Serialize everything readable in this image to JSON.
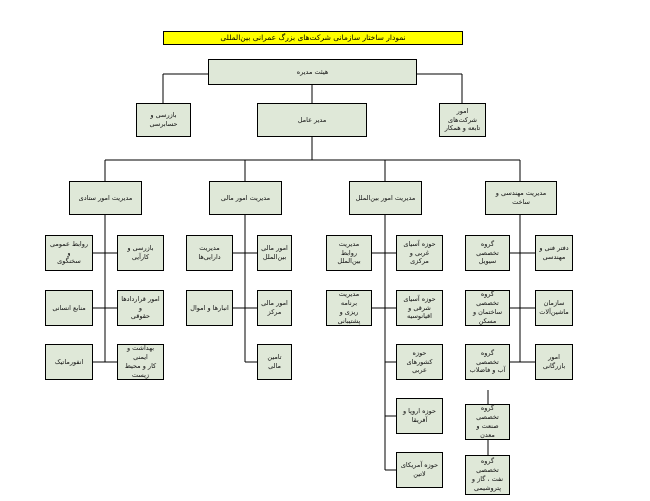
{
  "title": "نمودار ساختار سازمانی شرکت‌های بزرگ عمرانی بین‌المللی",
  "nodes": {
    "board": "هیئت مدیره",
    "audit": "بازرسی و\nحسابرسی",
    "ceo": "مدیر عامل",
    "subsidiaries": "امور شرکت‌های\nتابعه و همکار",
    "admin": "مدیریت امور ستادی",
    "finance": "مدیریت امور مالی",
    "intl": "مدیریت امور بین‌الملل",
    "eng": "مدیریت مهندسی و ساخت",
    "admin_pr": "روابط عمومی و\nسخنگوی",
    "admin_audit": "بازرسی و کارآیی",
    "admin_hr": "منابع انسانی",
    "admin_legal": "امور قراردادها و\nحقوقی",
    "admin_it": "انفورماتیک",
    "admin_hse": "بهداشت و ایمنی\nکار و محیط\nزیست",
    "fin_assets": "مدیریت دارایی‌ها",
    "fin_intl": "امور مالی\nبین‌الملل",
    "fin_stores": "انبارها و اموال",
    "fin_center": "امور مالی مرکز",
    "fin_supply": "تامین مالی",
    "intl_rel": "مدیریت روابط\nبین‌الملل",
    "intl_plan": "مدیریت برنامه\nریزی و پشتیبانی",
    "intl_asia_c": "حوزه آسیای\nغربی و مرکزی",
    "intl_asia_e": "حوزه آسیای\nشرقی و اقیانوسیه",
    "intl_arab": "حوزه کشورهای\nعربی",
    "intl_eu": "حوزه اروپا و آفریقا",
    "intl_latam": "حوزه آمریکای\nلاتین",
    "eng_tech": "دفتر فنی و\nمهندسی",
    "eng_civil": "گروه تخصصی\nسیویل",
    "eng_machinery": "سازمان\nماشین‌آلات",
    "eng_building": "گروه تخصصی\nساختمان و مسکن",
    "eng_commerce": "امور بازرگانی",
    "eng_water": "گروه تخصصی\nآب و فاضلاب",
    "eng_industry": "گروه تخصصی\nصنعت و معدن",
    "eng_oil": "گروه تخصصی\nنفت ، گاز و\nپتروشیمی"
  }
}
